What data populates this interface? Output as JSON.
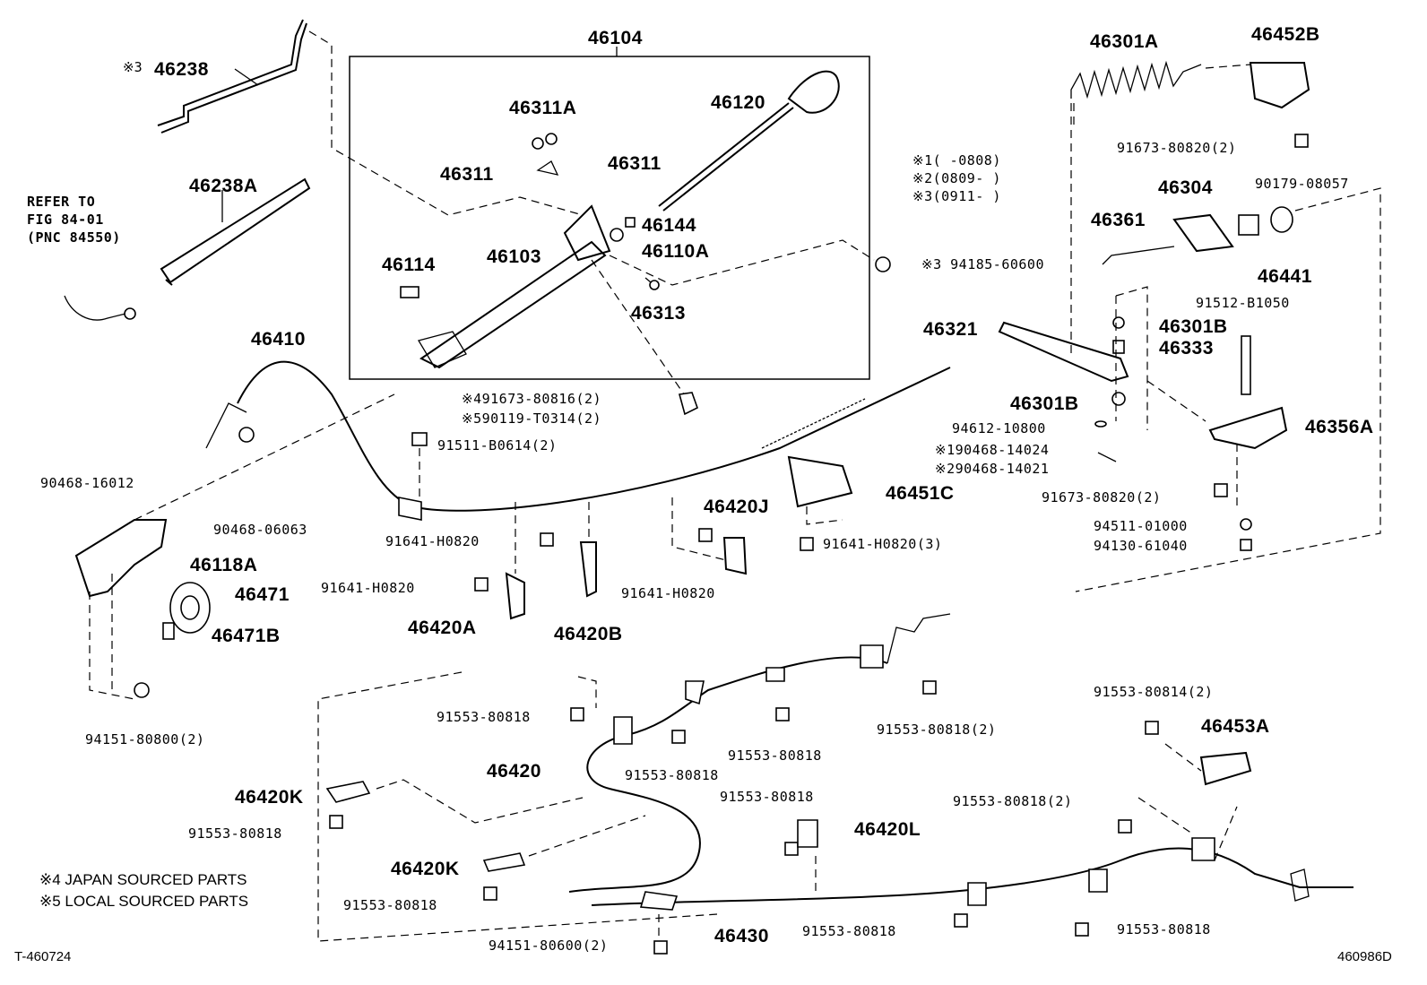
{
  "diagram": {
    "callouts": {
      "p46104": "46104",
      "p46238": "46238",
      "p46238_note": "※3",
      "p46238A": "46238A",
      "refer": "REFER TO",
      "refer_fig": "FIG 84-01",
      "refer_pnc": "(PNC 84550)",
      "p46311A": "46311A",
      "p46120": "46120",
      "p46311_left": "46311",
      "p46311_right": "46311",
      "p46144": "46144",
      "p46110A": "46110A",
      "p46114": "46114",
      "p46103": "46103",
      "p46313": "46313",
      "p46410": "46410",
      "p91673_80816": "※491673-80816(2)",
      "p90119_T0314": "※590119-T0314(2)",
      "p91511_B0614": "91511-B0614(2)",
      "p90468_16012": "90468-16012",
      "p90468_06063": "90468-06063",
      "p46118A": "46118A",
      "p46471": "46471",
      "p46471B": "46471B",
      "p94151_80800": "94151-80800(2)",
      "p91641_H0820_a": "91641-H0820",
      "p91641_H0820_b": "91641-H0820",
      "p91641_H0820_c": "91641-H0820",
      "p91641_H0820_3": "91641-H0820(3)",
      "p46420A": "46420A",
      "p46420B": "46420B",
      "p46420J": "46420J",
      "p46451C": "46451C",
      "p46301A": "46301A",
      "p46452B": "46452B",
      "p91673_80820_top": "91673-80820(2)",
      "note1": "※1(   -0808)",
      "note2": "※2(0809-    )",
      "note3": "※3(0911-    )",
      "p46304": "46304",
      "p90179_08057": "90179-08057",
      "p94185_60600": "※3 94185-60600",
      "p46361": "46361",
      "p46441": "46441",
      "p91512_B1050": "91512-B1050",
      "p46321": "46321",
      "p46301B_top": "46301B",
      "p46333": "46333",
      "p46301B_bottom": "46301B",
      "p94612_10800": "94612-10800",
      "p90468_14024": "※190468-14024",
      "p90468_14021": "※290468-14021",
      "p46356A": "46356A",
      "p91673_80820_mid": "91673-80820(2)",
      "p94511_01000": "94511-01000",
      "p94130_61040": "94130-61040",
      "p91553_80818_a": "91553-80818",
      "p91553_80818_b": "91553-80818",
      "p91553_80818_c": "91553-80818",
      "p91553_80818_2a": "91553-80818(2)",
      "p46420": "46420",
      "p46420K_top": "46420K",
      "p91553_80818_d": "91553-80818",
      "p46420K_bottom": "46420K",
      "p91553_80818_e": "91553-80818",
      "p91553_80818_f": "91553-80818",
      "p46420L": "46420L",
      "p91553_80814": "91553-80814(2)",
      "p46453A": "46453A",
      "p91553_80818_2b": "91553-80818(2)",
      "p94151_80600": "94151-80600(2)",
      "p46430": "46430",
      "p91553_80818_g": "91553-80818",
      "p91553_80818_h": "91553-80818"
    },
    "footnotes": {
      "note4": "※4 JAPAN SOURCED PARTS",
      "note5": "※5 LOCAL SOURCED PARTS"
    },
    "footer": {
      "left_code": "T-460724",
      "right_code": "460986D"
    }
  }
}
